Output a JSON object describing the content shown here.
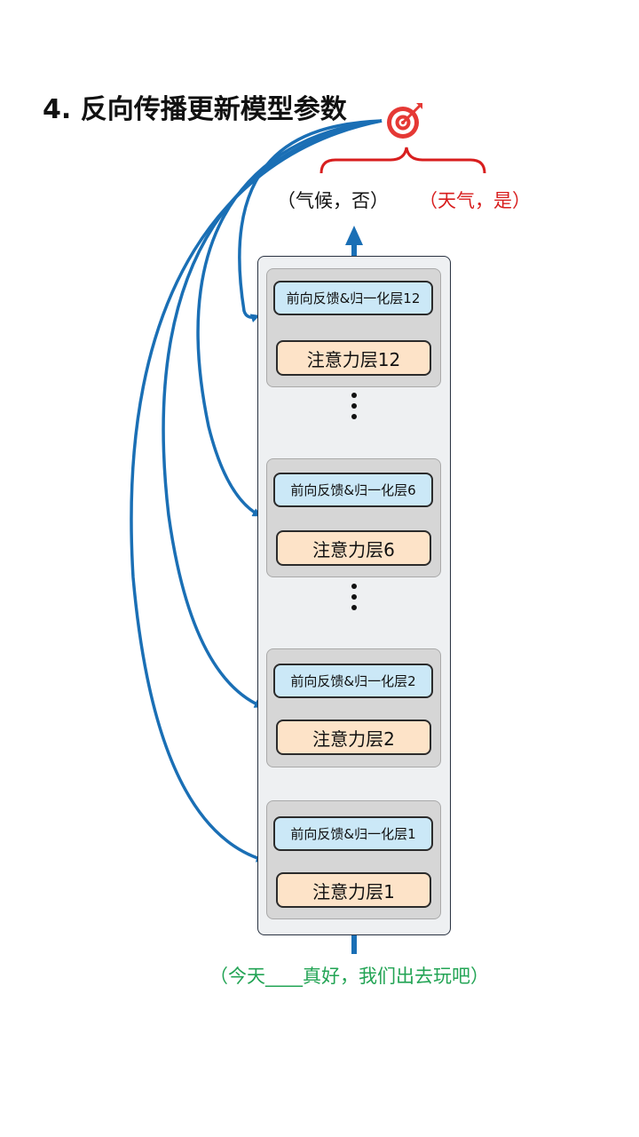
{
  "title": "4. 反向传播更新模型参数",
  "output": {
    "other_label": "（气候，否）",
    "target_label": "（天气，是）"
  },
  "input_sentence": "（今天____真好，我们出去玩吧）",
  "layers": [
    {
      "ffn_label": "前向反馈&归一化层12",
      "attention_label": "注意力层12"
    },
    {
      "ffn_label": "前向反馈&归一化层6",
      "attention_label": "注意力层6"
    },
    {
      "ffn_label": "前向反馈&归一化层2",
      "attention_label": "注意力层2"
    },
    {
      "ffn_label": "前向反馈&归一化层1",
      "attention_label": "注意力层1"
    }
  ],
  "colors": {
    "arrow": "#1a6fb5",
    "target_red": "#d81e1e",
    "input_green": "#23a455",
    "ffn_fill": "#cbe8f7",
    "attention_fill": "#fde3c8"
  },
  "icons": [
    "target-icon",
    "ellipsis-dots-icon"
  ]
}
